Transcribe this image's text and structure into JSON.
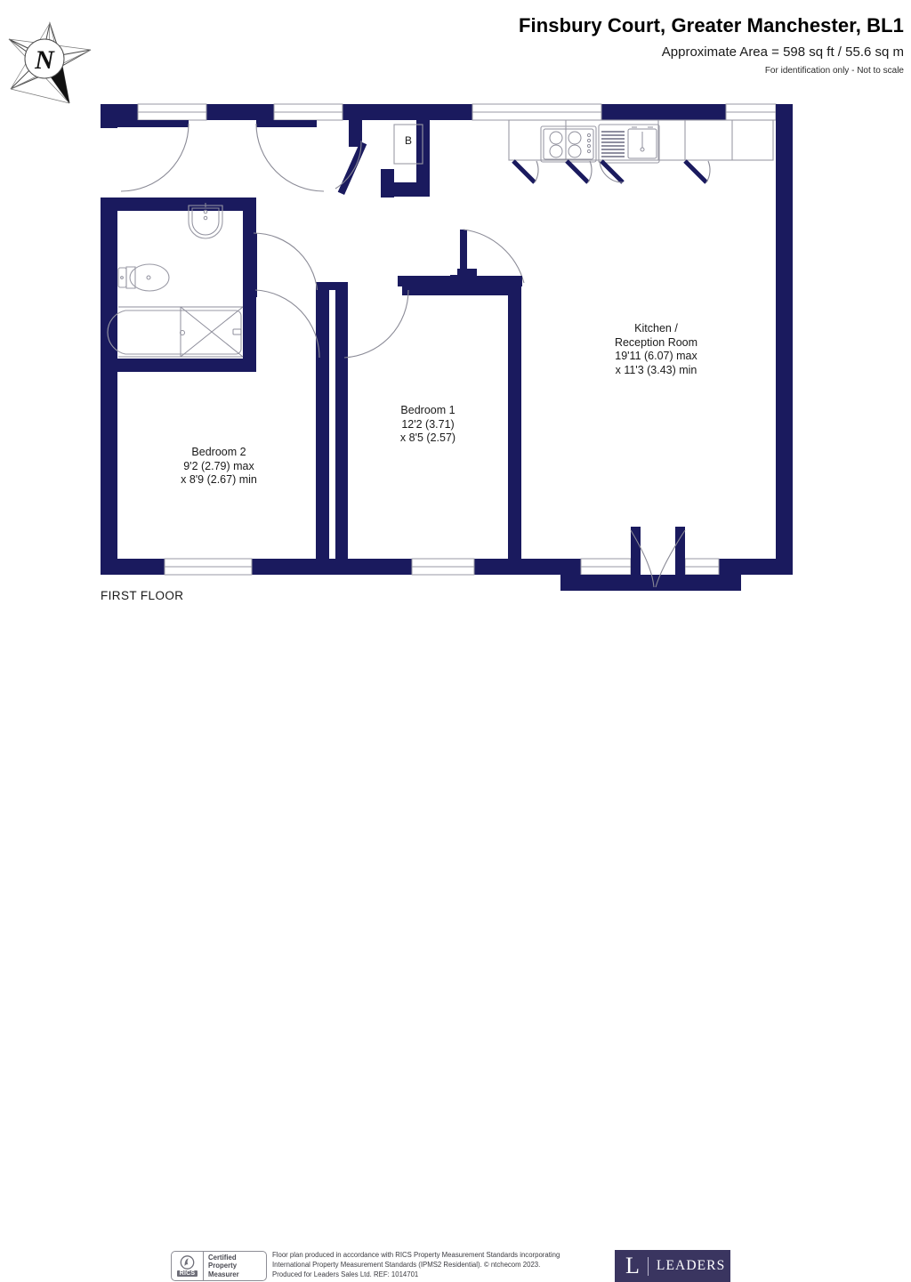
{
  "header": {
    "title": "Finsbury Court, Greater Manchester, BL1",
    "area": "Approximate Area = 598 sq ft / 55.6 sq m",
    "disclaimer": "For identification only - Not to scale"
  },
  "compass": {
    "north_letter": "N",
    "icon": "compass-rose-icon"
  },
  "floor": {
    "label": "FIRST FLOOR"
  },
  "rooms": [
    {
      "id": "kitchen",
      "name": "Kitchen /\nReception Room",
      "dimensions": "19'11 (6.07) max\nx 11'3 (3.43) min",
      "label": "Kitchen /\nReception Room\n19'11 (6.07) max\nx 11'3 (3.43) min"
    },
    {
      "id": "bedroom1",
      "name": "Bedroom 1",
      "dimensions": "12'2 (3.71)\nx 8'5 (2.57)",
      "label": "Bedroom 1\n12'2 (3.71)\nx 8'5 (2.57)"
    },
    {
      "id": "bedroom2",
      "name": "Bedroom 2",
      "dimensions": "9'2 (2.79) max\nx 8'9 (2.67) min",
      "label": "Bedroom 2\n9'2 (2.79) max\nx 8'9 (2.67) min"
    }
  ],
  "annotations": {
    "boiler": "B"
  },
  "fixtures": [
    {
      "name": "hob-icon",
      "room": "kitchen"
    },
    {
      "name": "sink-icon",
      "room": "kitchen"
    },
    {
      "name": "kitchen-counter",
      "room": "kitchen"
    },
    {
      "name": "basin-icon",
      "room": "bathroom"
    },
    {
      "name": "toilet-icon",
      "room": "bathroom"
    },
    {
      "name": "bath-icon",
      "room": "bathroom"
    },
    {
      "name": "french-doors",
      "room": "kitchen"
    }
  ],
  "footer": {
    "rics": {
      "mark": "RICS",
      "line1": "Certified",
      "line2": "Property",
      "line3": "Measurer"
    },
    "legal_line1": "Floor plan produced in accordance with RICS Property Measurement Standards incorporating",
    "legal_line2": "International Property Measurement Standards (IPMS2 Residential).   © ntchecom 2023.",
    "legal_line3": "Produced for Leaders Sales Ltd.   REF:  1014701",
    "brand": {
      "monogram": "L",
      "name": "LEADERS"
    }
  },
  "colors": {
    "wall": "#1a1a5e",
    "brand_purple": "#3a3560",
    "fixture_outline": "#9a9aa5",
    "text": "#1a1a1a",
    "background": "#ffffff"
  }
}
